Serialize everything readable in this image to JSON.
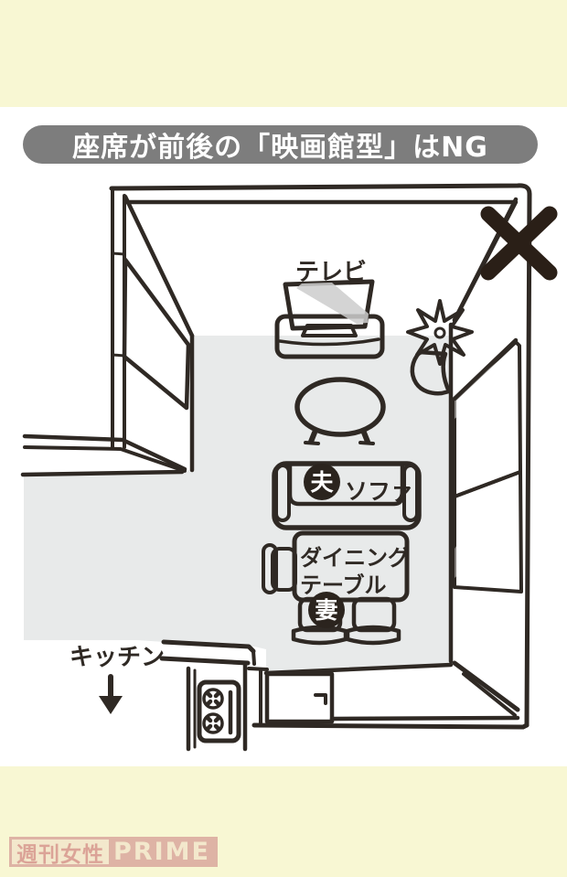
{
  "title": {
    "text": "座席が前後の「映画館型」はNG"
  },
  "diagram": {
    "tv_label": "テレビ",
    "sofa_label": "ソファ",
    "husband_label": "夫",
    "wife_label": "妻",
    "dining_table_label_line1": "ダイニング",
    "dining_table_label_line2": "テーブル",
    "kitchen_label": "キッチン",
    "icons": {
      "ng_cross": "x-mark over room corner",
      "kitchen_arrow": "down-arrow pointing to kitchen"
    }
  },
  "colors": {
    "band_yellow": "#f8f7d3",
    "title_pill_gray": "#7d7d7d",
    "ink": "#2f2924",
    "floor_gray": "#e8eaea",
    "wall_panel_gray": "#c5c7c7",
    "window_gray": "#e0e2e2",
    "furniture_gray": "#b7baba",
    "tv_screen_gray": "#a0a0a0",
    "badge_black": "#2b241e",
    "watermark_pink": "#dcaca1"
  },
  "watermark": {
    "left": "週刊女性",
    "right": "PRIME"
  }
}
